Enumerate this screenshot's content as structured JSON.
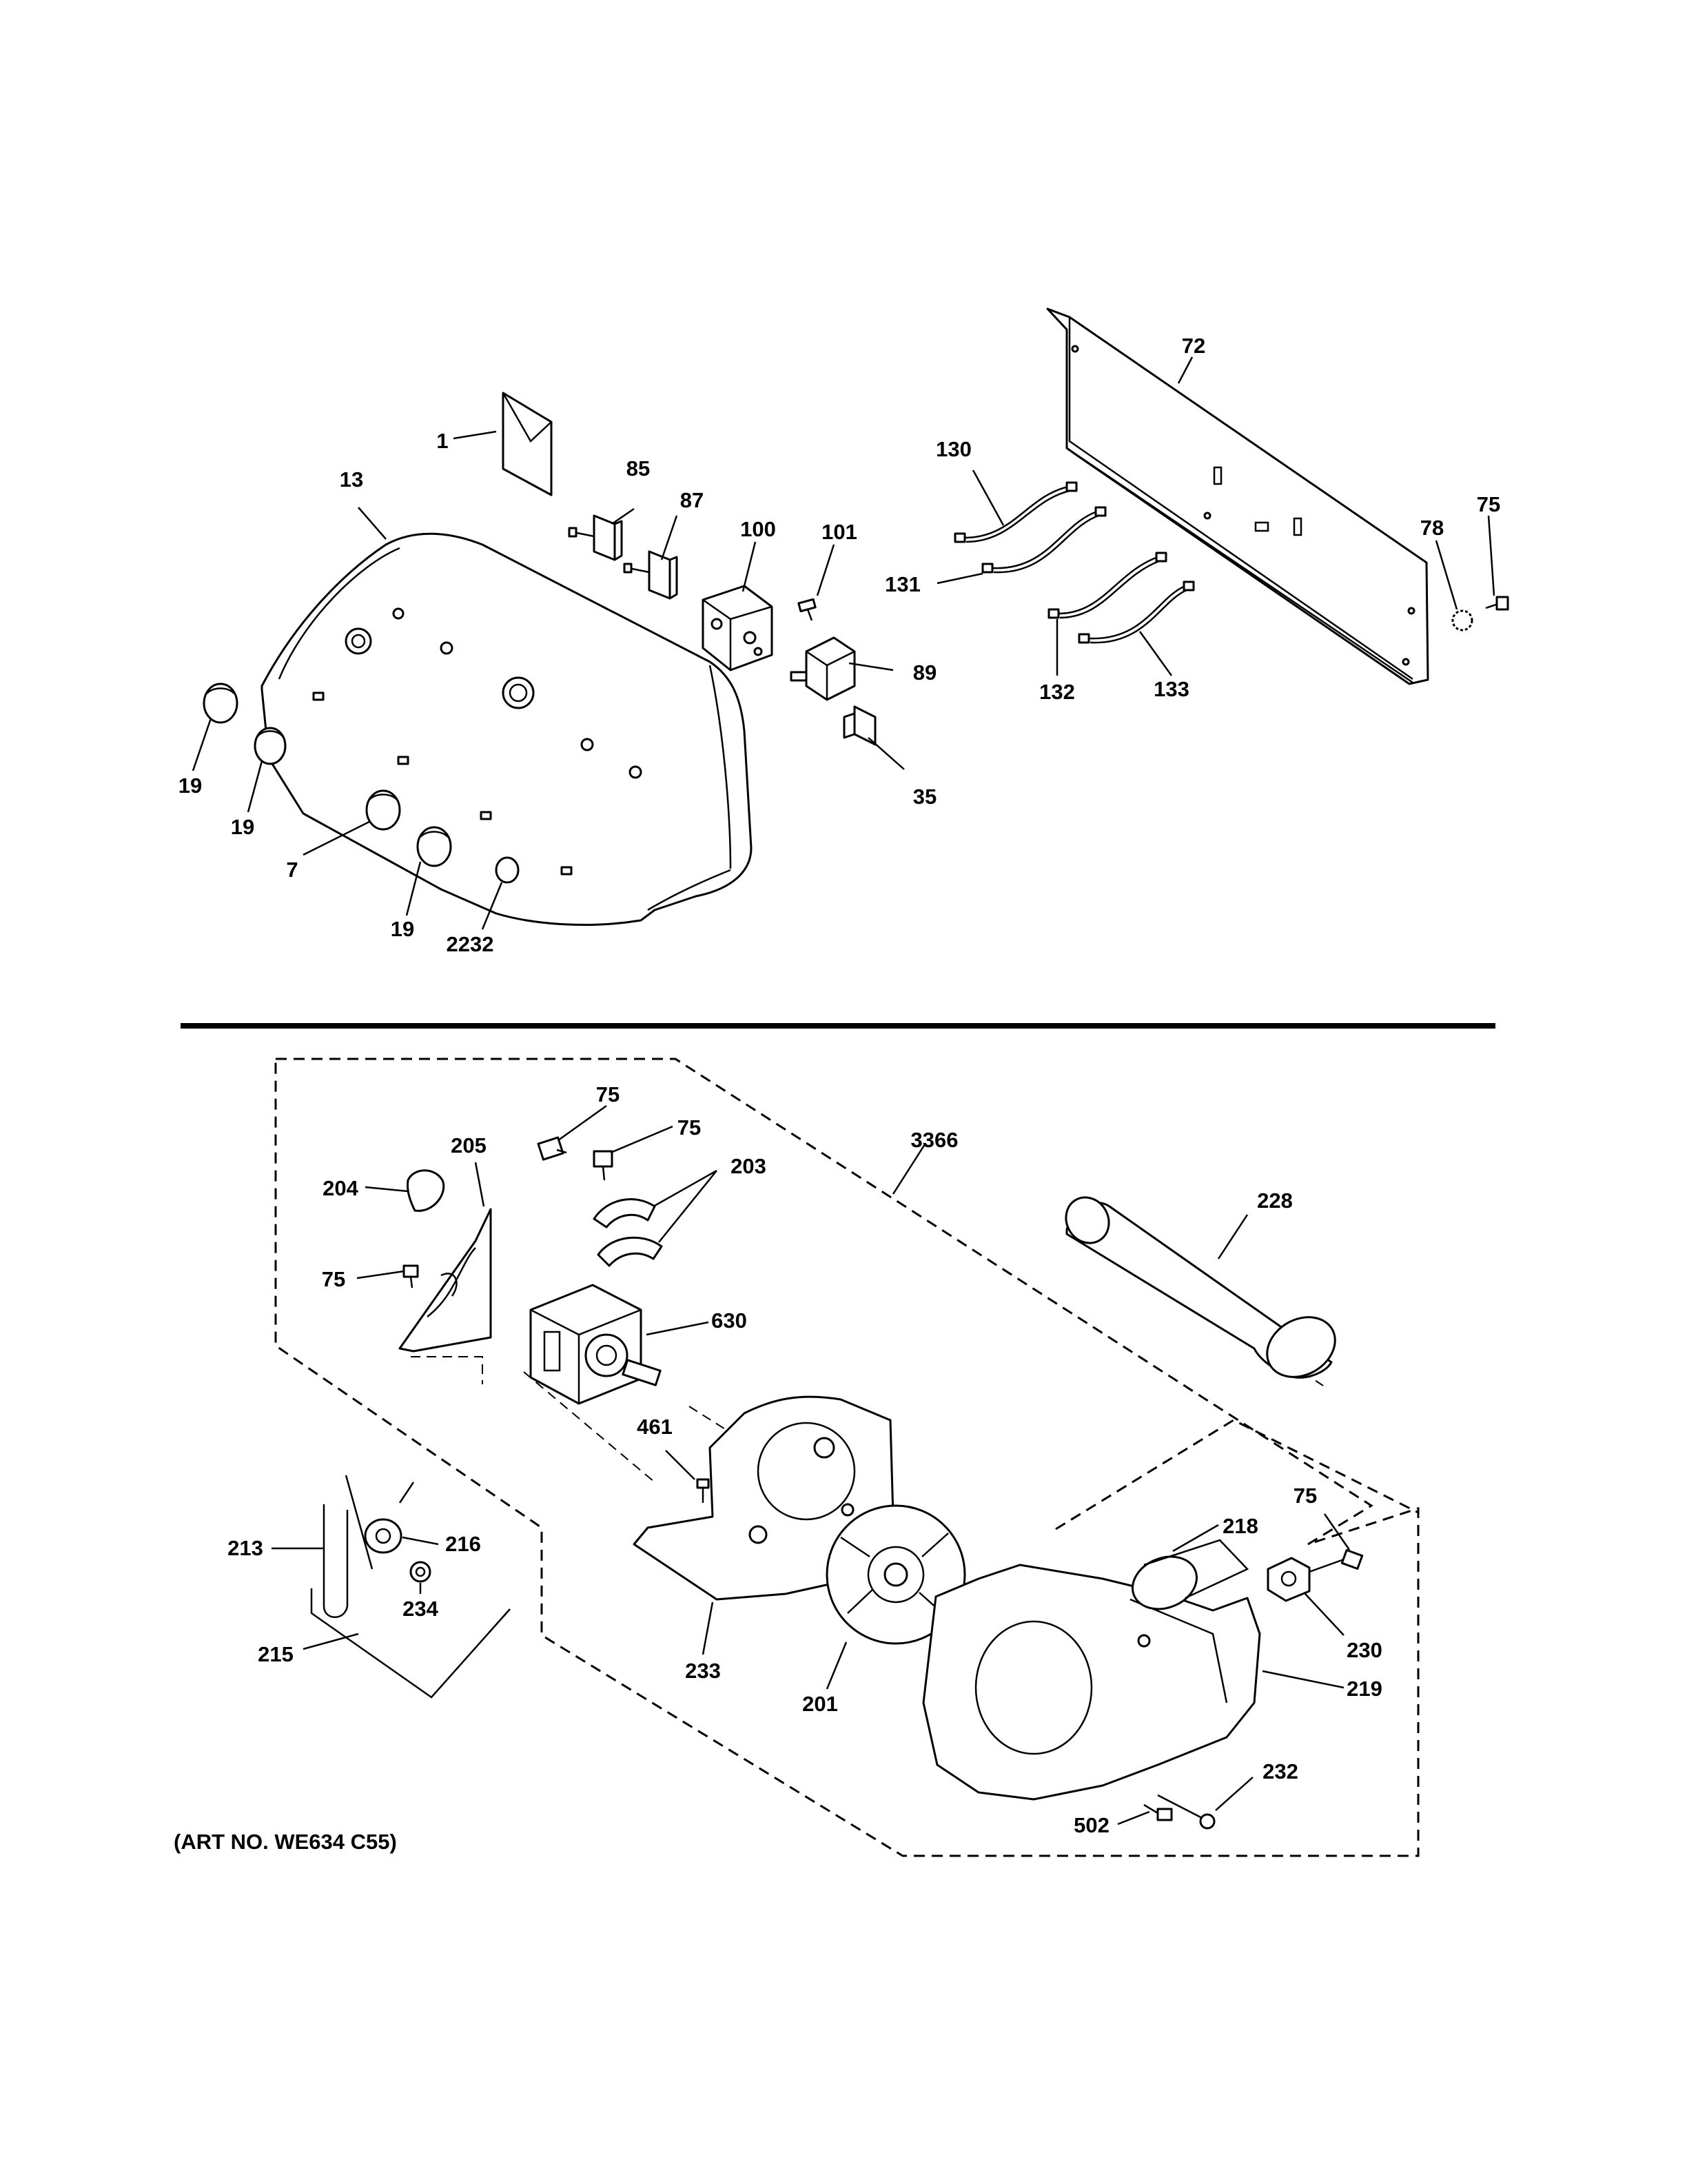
{
  "caption": "(ART NO. WE634 C55)",
  "callouts": {
    "c1": "1",
    "c13": "13",
    "c85": "85",
    "c87": "87",
    "c100": "100",
    "c101": "101",
    "c89": "89",
    "c35": "35",
    "c72": "72",
    "c130": "130",
    "c131": "131",
    "c132": "132",
    "c133": "133",
    "c78": "78",
    "c75_top": "75",
    "c19_a": "19",
    "c19_b": "19",
    "c7": "7",
    "c19_c": "19",
    "c2232": "2232",
    "c75_b1": "75",
    "c75_b2": "75",
    "c205": "205",
    "c204": "204",
    "c203": "203",
    "c3366": "3366",
    "c228": "228",
    "c75_b3": "75",
    "c630": "630",
    "c461": "461",
    "c218": "218",
    "c75_b4": "75",
    "c230": "230",
    "c219": "219",
    "c213": "213",
    "c216": "216",
    "c234": "234",
    "c215": "215",
    "c233": "233",
    "c201": "201",
    "c232": "232",
    "c502": "502"
  }
}
